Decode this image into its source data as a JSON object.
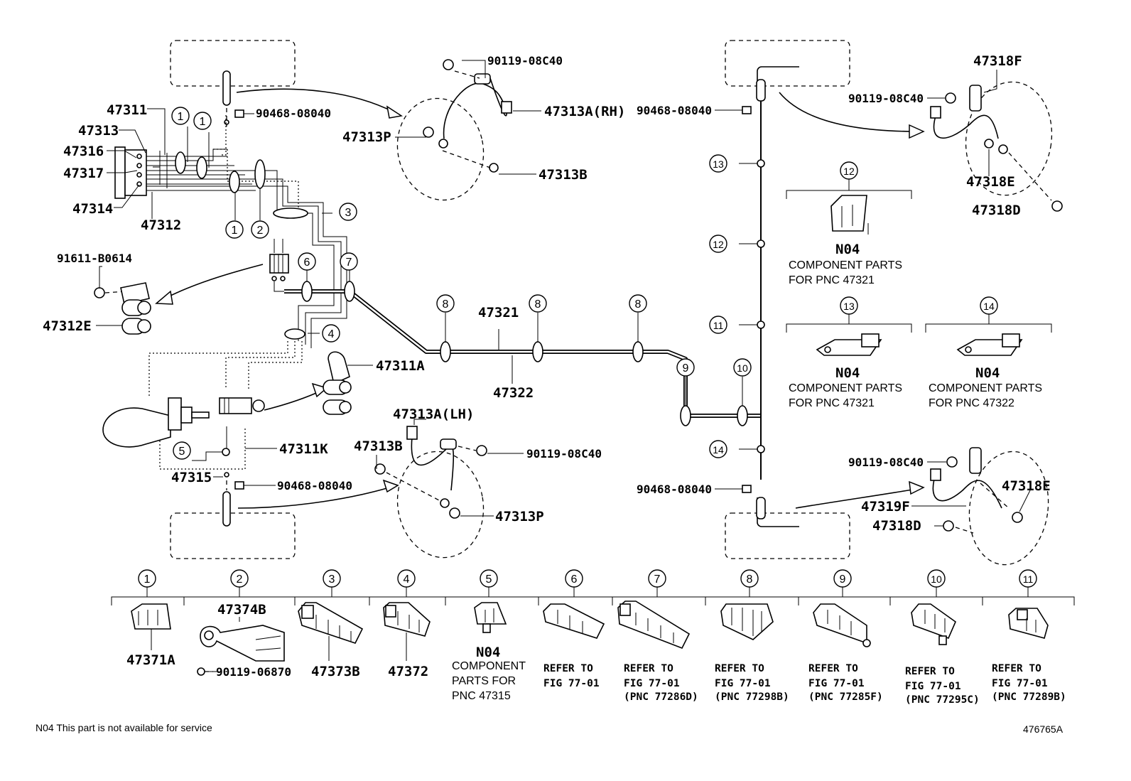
{
  "labels": {
    "p47311": "47311",
    "p47313": "47313",
    "p47316": "47316",
    "p47317": "47317",
    "p47314": "47314",
    "p47312": "47312",
    "p91611": "91611-B0614",
    "p47312E": "47312E",
    "p90468_tl": "90468-08040",
    "p90119_t": "90119-08C40",
    "p47313A_rh": "47313A(RH)",
    "p47313P_t": "47313P",
    "p47313B_t": "47313B",
    "p47311A": "47311A",
    "p47311K": "47311K",
    "p47315": "47315",
    "p90468_bl": "90468-08040",
    "p47313A_lh": "47313A(LH)",
    "p47313B_b": "47313B",
    "p90119_b": "90119-08C40",
    "p47313P_b": "47313P",
    "p47321": "47321",
    "p47322": "47322",
    "p90468_tr": "90468-08040",
    "p90468_br": "90468-08040",
    "p47318F": "47318F",
    "p90119_tr": "90119-08C40",
    "p47318E_t": "47318E",
    "p47318D_t": "47318D",
    "p90119_br": "90119-08C40",
    "p47318E_b": "47318E",
    "p47319F": "47319F",
    "p47318D_b": "47318D"
  },
  "callouts": {
    "c1": "1",
    "c2": "2",
    "c3": "3",
    "c4": "4",
    "c5": "5",
    "c6": "6",
    "c7": "7",
    "c8": "8",
    "c9": "9",
    "c10": "10",
    "c11": "11",
    "c12": "12",
    "c13": "13",
    "c14": "14"
  },
  "component_notes": {
    "n04": "N04",
    "cp_line1": "COMPONENT PARTS",
    "for_47321": "FOR PNC 47321",
    "for_47322": "FOR PNC 47322"
  },
  "bottom_row": {
    "p47371A": "47371A",
    "p47374B": "47374B",
    "p90119_06870": "90119-06870",
    "p47373B": "47373B",
    "p47372": "47372",
    "n04": "N04",
    "comp5_l1": "COMPONENT",
    "comp5_l2": "PARTS FOR",
    "comp5_l3": "PNC 47315",
    "refer_to": "REFER TO",
    "fig": "FIG 77-01",
    "pnc_77286D": "(PNC 77286D)",
    "pnc_77298B": "(PNC 77298B)",
    "pnc_77285F": "(PNC 77285F)",
    "pnc_77295C": "(PNC 77295C)",
    "pnc_77289B": "(PNC 77289B)"
  },
  "footer": {
    "note": "N04 This part is not available for service",
    "figure_id": "476765A"
  }
}
